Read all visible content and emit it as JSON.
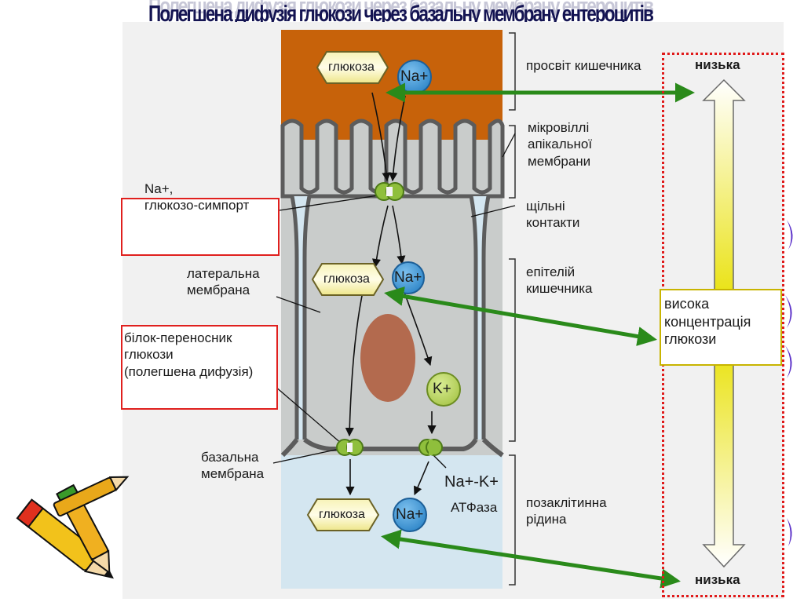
{
  "title": "Полегшена дифузія глюкози через базальну мембрану ентероцитів",
  "molecules": {
    "glucose": "глюкоза",
    "sodium": "Na+",
    "potassium": "K+"
  },
  "left_labels": {
    "symport": "Na+,\nглюкозо-симпорт",
    "lateral_membrane": "латеральна\nмембрана",
    "carrier_protein": "білок-переносник\nглюкози\n(полегшена дифузія)",
    "basal_membrane": "базальна\nмембрана"
  },
  "center_labels": {
    "atpase_ions": "Na+-K+",
    "atpase": "АТФаза"
  },
  "right_labels": {
    "intestinal_lumen": "просвіт кишечника",
    "microvilli": "мікровіллі\nапікальної\nмембрани",
    "tight_junctions": "щільні\nконтакти",
    "epithelium": "епітелій\nкишечника",
    "interstitial_fluid": "позаклітинна\nрідина"
  },
  "concentration_scale": {
    "top": "низька",
    "middle": "висока\nконцентрація\nглюкози",
    "bottom": "низька"
  },
  "colors": {
    "lumen": "#c7620a",
    "cell": "#c9cccb",
    "fluid": "#d4e6f0",
    "membrane": "#5c5c5c",
    "nucleus": "#b36a4e",
    "glucose": "#f3ef9c",
    "sodium": "#3d98d6",
    "potassium": "#c2da6a",
    "arrow_green": "#2a8a1a",
    "gradient_yellow": "#e7e000"
  }
}
